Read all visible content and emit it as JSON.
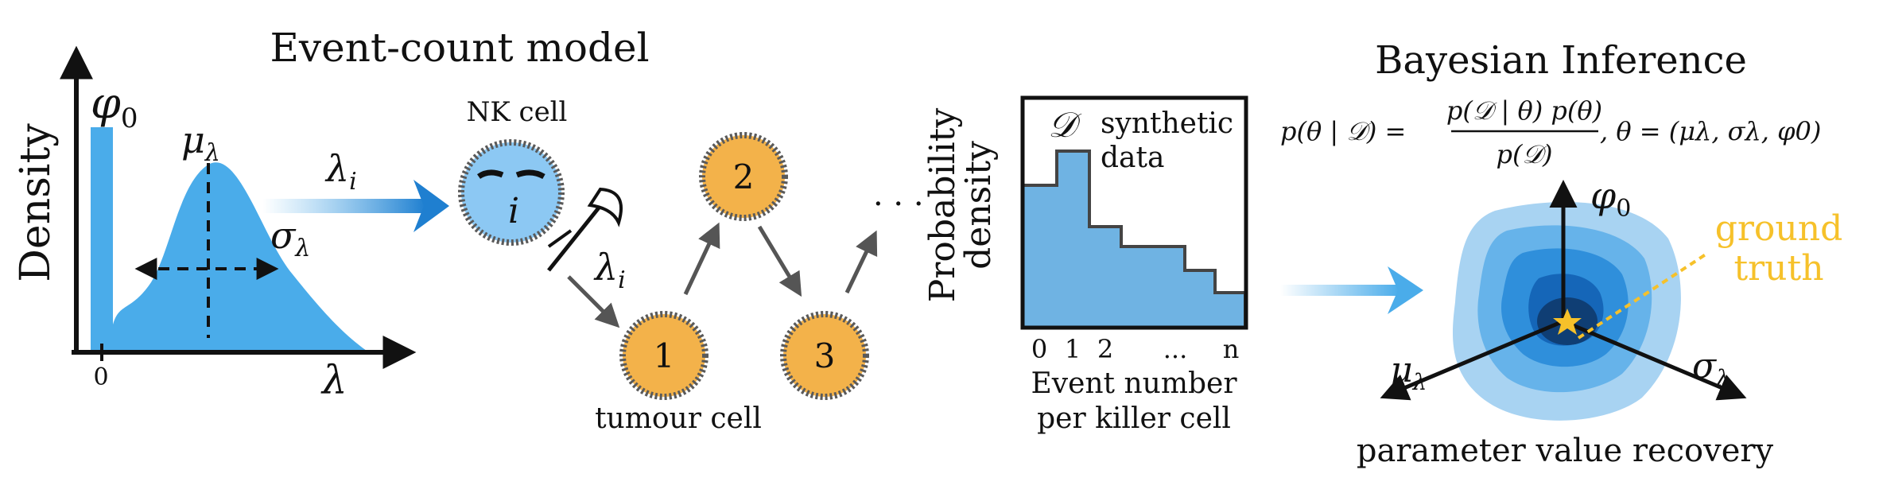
{
  "panel1": {
    "title": "Event-count model",
    "y_axis_label": "Density",
    "x_axis_label": "λ",
    "x_tick_zero": "0",
    "phi_label": "φ",
    "phi_sub": "0",
    "mu_label": "μ",
    "mu_sub": "λ",
    "sigma_label": "σ",
    "sigma_sub": "λ",
    "arrow_lambda": "λ",
    "arrow_lambda_sub": "i",
    "nk_label": "NK cell",
    "nk_index": "i",
    "kill_lambda": "λ",
    "kill_lambda_sub": "i",
    "cells": [
      "1",
      "2",
      "3"
    ],
    "ellipsis": "· · ·",
    "tumour_label": "tumour cell"
  },
  "panel2": {
    "y_axis_label_line1": "Probability",
    "y_axis_label_line2": "density",
    "data_symbol": "𝒟",
    "legend_line1": "synthetic",
    "legend_line2": "data",
    "x_ticks": [
      "0",
      "1",
      "2",
      "...",
      "n"
    ],
    "x_label_line1": "Event number",
    "x_label_line2": "per killer cell"
  },
  "panel3": {
    "title": "Bayesian Inference",
    "formula_lhs": "p(θ | 𝒟) =",
    "formula_num": "p(𝒟 | θ) p(θ)",
    "formula_den": "p(𝒟)",
    "formula_rhs": ",  θ = (μλ, σλ, φ0)",
    "axis_phi": "φ",
    "axis_phi_sub": "0",
    "axis_mu": "μ",
    "axis_mu_sub": "λ",
    "axis_sigma": "σ",
    "axis_sigma_sub": "λ",
    "ground_truth_line1": "ground",
    "ground_truth_line2": "truth",
    "caption": "parameter value recovery"
  },
  "colors": {
    "blue": "#4aacea",
    "orange": "#f3b24a",
    "histogram": "#6fb3e3",
    "gold": "#f6c12a",
    "dark": "#111111"
  }
}
